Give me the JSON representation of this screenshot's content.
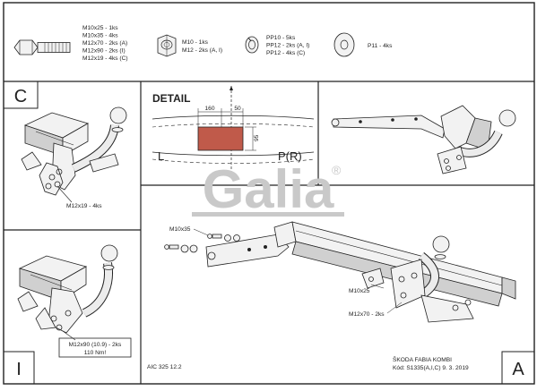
{
  "hardware": {
    "bolt_list": [
      "M10x25 - 1ks",
      "M10x35 - 4ks",
      "M12x70 - 2ks (A)",
      "M12x90 - 2ks (I)",
      "M12x19 - 4ks (C)"
    ],
    "nut_list": [
      "M10 - 1ks",
      "M12 - 2ks (A, I)"
    ],
    "spring_washer_list": [
      "PP10 - 5ks",
      "PP12 - 2ks (A, I)",
      "PP12 - 4ks (C)"
    ],
    "flat_washer_list": [
      "P11 - 4ks"
    ]
  },
  "panels": {
    "c_label": "C",
    "i_label": "I",
    "a_label": "A",
    "c_callout": "M12x19 - 4ks",
    "i_callout_line1": "M12x90 (10.9) - 2ks",
    "i_callout_line2": "110 Nm!"
  },
  "detail": {
    "title": "DETAIL",
    "dim_width": "160",
    "dim_offset": "50",
    "dim_height": "95",
    "left_label": "L",
    "right_label": "P(R)"
  },
  "main": {
    "callout_m10x35": "M10x35",
    "callout_m10x25": "M10x25",
    "callout_m12x70": "M12x70 - 2ks"
  },
  "watermark": {
    "brand": "Galia",
    "registered": "®"
  },
  "footer": {
    "code": "AIC 325 12.2",
    "model": "ŠKODA FABIA KOMBI",
    "kod": "Kód: S1335(A,I,C)  9. 3. 2019"
  }
}
